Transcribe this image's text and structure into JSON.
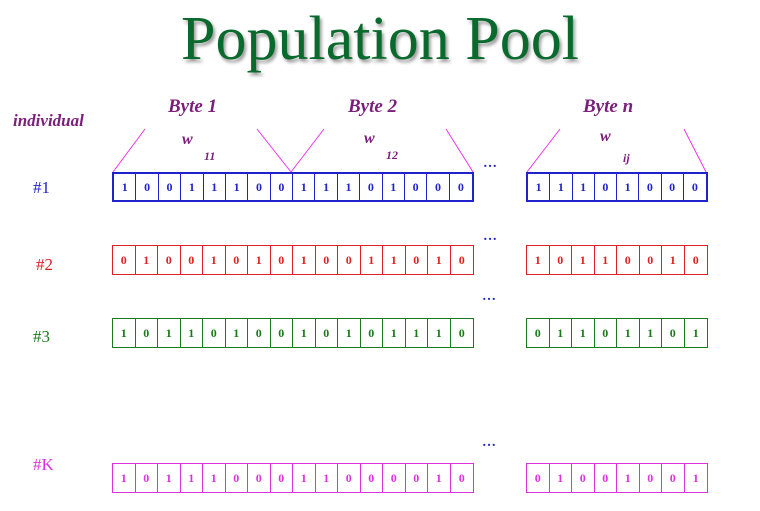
{
  "title": "Population Pool",
  "labels": {
    "individual": "individual",
    "byte1": "Byte 1",
    "byte2": "Byte 2",
    "byten": "Byte n",
    "w": "w",
    "w11_sub": "11",
    "w12_sub": "12",
    "wij_sub": "ij"
  },
  "rows": [
    {
      "label": "#1",
      "color": "#2222cc",
      "dots": "…",
      "bits_left": [
        "1",
        "0",
        "0",
        "1",
        "1",
        "1",
        "0",
        "0",
        "1",
        "1",
        "1",
        "0",
        "1",
        "0",
        "0",
        "0"
      ],
      "bits_right": [
        "1",
        "1",
        "1",
        "0",
        "1",
        "0",
        "0",
        "0"
      ]
    },
    {
      "label": "#2",
      "color": "#dd2222",
      "dots": "…",
      "bits_left": [
        "0",
        "1",
        "0",
        "0",
        "1",
        "0",
        "1",
        "0",
        "1",
        "0",
        "0",
        "1",
        "1",
        "0",
        "1",
        "0"
      ],
      "bits_right": [
        "1",
        "0",
        "1",
        "1",
        "0",
        "0",
        "1",
        "0"
      ]
    },
    {
      "label": "#3",
      "color": "#1a7a1a",
      "dots": "…",
      "bits_left": [
        "1",
        "0",
        "1",
        "1",
        "0",
        "1",
        "0",
        "0",
        "1",
        "0",
        "1",
        "0",
        "1",
        "1",
        "1",
        "0"
      ],
      "bits_right": [
        "0",
        "1",
        "1",
        "0",
        "1",
        "1",
        "0",
        "1"
      ]
    },
    {
      "label": "#K",
      "color": "#dd33dd",
      "dots": "…",
      "bits_left": [
        "1",
        "0",
        "1",
        "1",
        "1",
        "0",
        "0",
        "0",
        "1",
        "1",
        "0",
        "0",
        "0",
        "0",
        "1",
        "0"
      ],
      "bits_right": [
        "0",
        "1",
        "0",
        "0",
        "1",
        "0",
        "0",
        "1"
      ]
    }
  ]
}
